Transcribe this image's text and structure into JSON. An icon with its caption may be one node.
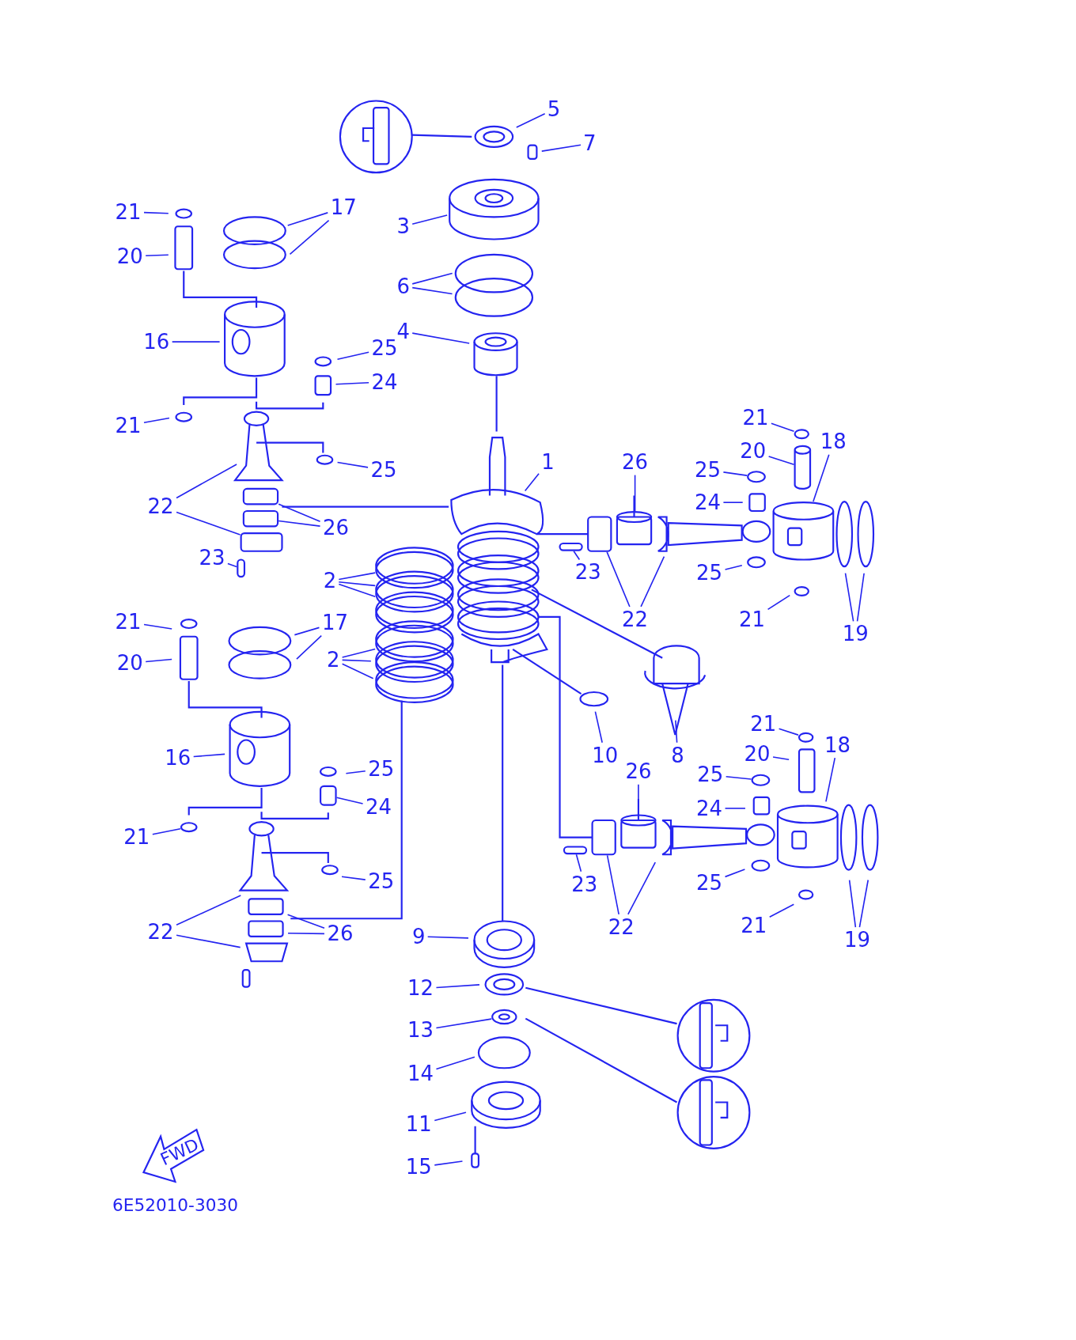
{
  "diagram": {
    "nodes": [
      {
        "text": [
          "5"
        ]
      },
      {
        "text": [
          "7"
        ]
      },
      {
        "text": [
          "3"
        ]
      },
      {
        "text": [
          "6"
        ]
      },
      {
        "text": [
          "4"
        ]
      },
      {
        "text": [
          "21"
        ]
      },
      {
        "text": [
          "20"
        ]
      },
      {
        "text": [
          "17"
        ]
      },
      {
        "text": [
          "16"
        ]
      },
      {
        "text": [
          "25"
        ]
      },
      {
        "text": [
          "24"
        ]
      },
      {
        "text": [
          "21"
        ]
      },
      {
        "text": [
          "25"
        ]
      },
      {
        "text": [
          "22"
        ]
      },
      {
        "text": [
          "26"
        ]
      },
      {
        "text": [
          "23"
        ]
      },
      {
        "text": [
          "1"
        ]
      },
      {
        "text": [
          "26"
        ]
      },
      {
        "text": [
          "25"
        ]
      },
      {
        "text": [
          "24"
        ]
      },
      {
        "text": [
          "21"
        ]
      },
      {
        "text": [
          "20"
        ]
      },
      {
        "text": [
          "18"
        ]
      },
      {
        "text": [
          "23"
        ]
      },
      {
        "text": [
          "25"
        ]
      },
      {
        "text": [
          "22"
        ]
      },
      {
        "text": [
          "21"
        ]
      },
      {
        "text": [
          "19"
        ]
      },
      {
        "text": [
          "2"
        ]
      },
      {
        "text": [
          "21"
        ]
      },
      {
        "text": [
          "20"
        ]
      },
      {
        "text": [
          "17"
        ]
      },
      {
        "text": [
          "2"
        ]
      },
      {
        "text": [
          "10"
        ]
      },
      {
        "text": [
          "8"
        ]
      },
      {
        "text": [
          "21"
        ]
      },
      {
        "text": [
          "20"
        ]
      },
      {
        "text": [
          "18"
        ]
      },
      {
        "text": [
          "16"
        ]
      },
      {
        "text": [
          "26"
        ]
      },
      {
        "text": [
          "25"
        ]
      },
      {
        "text": [
          "25"
        ]
      },
      {
        "text": [
          "24"
        ]
      },
      {
        "text": [
          "24"
        ]
      },
      {
        "text": [
          "21"
        ]
      },
      {
        "text": [
          "25"
        ]
      },
      {
        "text": [
          "23"
        ]
      },
      {
        "text": [
          "25"
        ]
      },
      {
        "text": [
          "22"
        ]
      },
      {
        "text": [
          "26"
        ]
      },
      {
        "text": [
          "22"
        ]
      },
      {
        "text": [
          "21"
        ]
      },
      {
        "text": [
          "19"
        ]
      },
      {
        "text": [
          "9"
        ]
      },
      {
        "text": [
          "12"
        ]
      },
      {
        "text": [
          "13"
        ]
      },
      {
        "text": [
          "14"
        ]
      },
      {
        "text": [
          "11"
        ]
      },
      {
        "text": [
          "15"
        ]
      },
      {
        "text": [],
        "shape": "box"
      },
      {
        "text": [],
        "shape": "ring"
      },
      {
        "text": [],
        "shape": "ring"
      },
      {
        "text": [],
        "shape": "cylinder"
      },
      {
        "text": [],
        "shape": "box"
      },
      {
        "text": [],
        "shape": "ring"
      },
      {
        "text": [],
        "shape": "ring"
      },
      {
        "text": [],
        "shape": "box"
      },
      {
        "text": [],
        "shape": "box"
      },
      {
        "text": [],
        "shape": "box"
      },
      {
        "text": [],
        "shape": "cylinder"
      },
      {
        "text": [],
        "shape": "box"
      },
      {
        "text": [],
        "shape": "ring"
      },
      {
        "text": [],
        "shape": "ring"
      },
      {
        "text": [],
        "shape": "box"
      },
      {
        "text": [],
        "shape": "ring"
      },
      {
        "text": [],
        "shape": "box"
      },
      {
        "text": [],
        "shape": "ring"
      },
      {
        "text": [],
        "shape": "box"
      },
      {
        "text": [],
        "shape": "ring"
      },
      {
        "text": [],
        "shape": "ring"
      }
    ],
    "edges": [
      {
        "from": 0,
        "to": null,
        "arrow": "none"
      },
      {
        "from": 1,
        "to": null,
        "arrow": "none"
      },
      {
        "from": 2,
        "to": null,
        "arrow": "none"
      },
      {
        "from": 3,
        "to": null,
        "arrow": "none"
      },
      {
        "from": 3,
        "to": null,
        "arrow": "none"
      },
      {
        "from": 4,
        "to": null,
        "arrow": "none"
      },
      {
        "from": 5,
        "to": null,
        "arrow": "none"
      },
      {
        "from": 6,
        "to": null,
        "arrow": "none"
      },
      {
        "from": 7,
        "to": null,
        "arrow": "none"
      },
      {
        "from": 7,
        "to": null,
        "arrow": "none"
      },
      {
        "from": 8,
        "to": null,
        "arrow": "none"
      },
      {
        "from": 9,
        "to": null,
        "arrow": "none"
      },
      {
        "from": 10,
        "to": null,
        "arrow": "none"
      },
      {
        "from": 11,
        "to": null,
        "arrow": "none"
      },
      {
        "from": 12,
        "to": null,
        "arrow": "none"
      },
      {
        "from": 13,
        "to": null,
        "arrow": "none"
      },
      {
        "from": 13,
        "to": 59,
        "arrow": "none"
      },
      {
        "from": 14,
        "to": 77,
        "arrow": "none"
      },
      {
        "from": 14,
        "to": 67,
        "arrow": "none"
      },
      {
        "from": 15,
        "to": 68,
        "arrow": "none"
      },
      {
        "from": 16,
        "to": null,
        "arrow": "none"
      },
      {
        "from": 17,
        "to": null,
        "arrow": "none"
      },
      {
        "from": 18,
        "to": 60,
        "arrow": "none"
      },
      {
        "from": 19,
        "to": null,
        "arrow": "none"
      },
      {
        "from": 20,
        "to": 61,
        "arrow": "none"
      },
      {
        "from": 21,
        "to": 62,
        "arrow": "none"
      },
      {
        "from": 22,
        "to": 69,
        "arrow": "none"
      },
      {
        "from": 23,
        "to": 70,
        "arrow": "none"
      },
      {
        "from": 24,
        "to": null,
        "arrow": "none"
      },
      {
        "from": 25,
        "to": 63,
        "arrow": "none"
      },
      {
        "from": 25,
        "to": null,
        "arrow": "none"
      },
      {
        "from": 26,
        "to": null,
        "arrow": "none"
      },
      {
        "from": 27,
        "to": null,
        "arrow": "none"
      },
      {
        "from": 27,
        "to": null,
        "arrow": "none"
      },
      {
        "from": 28,
        "to": 79,
        "arrow": "none"
      },
      {
        "from": 28,
        "to": 78,
        "arrow": "none"
      },
      {
        "from": 28,
        "to": 71,
        "arrow": "none"
      },
      {
        "from": 29,
        "to": null,
        "arrow": "none"
      },
      {
        "from": 30,
        "to": null,
        "arrow": "none"
      },
      {
        "from": 31,
        "to": null,
        "arrow": "none"
      },
      {
        "from": 31,
        "to": null,
        "arrow": "none"
      },
      {
        "from": 32,
        "to": 72,
        "arrow": "none"
      },
      {
        "from": 32,
        "to": null,
        "arrow": "none"
      },
      {
        "from": 32,
        "to": null,
        "arrow": "none"
      },
      {
        "from": 33,
        "to": null,
        "arrow": "none"
      },
      {
        "from": 34,
        "to": null,
        "arrow": "none"
      },
      {
        "from": 35,
        "to": 64,
        "arrow": "none"
      },
      {
        "from": 36,
        "to": null,
        "arrow": "none"
      },
      {
        "from": 37,
        "to": null,
        "arrow": "none"
      },
      {
        "from": 38,
        "to": null,
        "arrow": "none"
      },
      {
        "from": 39,
        "to": null,
        "arrow": "none"
      },
      {
        "from": 40,
        "to": null,
        "arrow": "none"
      },
      {
        "from": 41,
        "to": 65,
        "arrow": "none"
      },
      {
        "from": 42,
        "to": 73,
        "arrow": "none"
      },
      {
        "from": 43,
        "to": null,
        "arrow": "none"
      },
      {
        "from": 44,
        "to": 74,
        "arrow": "none"
      },
      {
        "from": 45,
        "to": null,
        "arrow": "none"
      },
      {
        "from": 46,
        "to": 75,
        "arrow": "none"
      },
      {
        "from": 47,
        "to": null,
        "arrow": "none"
      },
      {
        "from": 48,
        "to": null,
        "arrow": "none"
      },
      {
        "from": 48,
        "to": null,
        "arrow": "none"
      },
      {
        "from": 49,
        "to": null,
        "arrow": "none"
      },
      {
        "from": 49,
        "to": null,
        "arrow": "none"
      },
      {
        "from": 50,
        "to": 66,
        "arrow": "none"
      },
      {
        "from": 50,
        "to": null,
        "arrow": "none"
      },
      {
        "from": 51,
        "to": null,
        "arrow": "none"
      },
      {
        "from": 52,
        "to": null,
        "arrow": "none"
      },
      {
        "from": 52,
        "to": null,
        "arrow": "none"
      },
      {
        "from": 53,
        "to": null,
        "arrow": "none"
      },
      {
        "from": 54,
        "to": null,
        "arrow": "none"
      },
      {
        "from": 55,
        "to": 76,
        "arrow": "none"
      },
      {
        "from": 56,
        "to": null,
        "arrow": "none"
      },
      {
        "from": 57,
        "to": null,
        "arrow": "none"
      },
      {
        "from": 58,
        "to": null,
        "arrow": "none"
      }
    ],
    "labels": [
      "FWD",
      "6E52010-3030"
    ]
  }
}
